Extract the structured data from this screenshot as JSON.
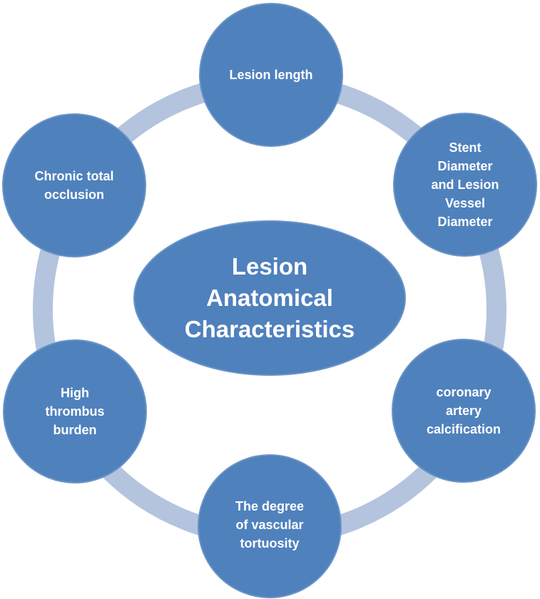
{
  "center": {
    "label_lines": [
      "Lesion",
      "Anatomical",
      "Characteristics"
    ]
  },
  "nodes": [
    {
      "id": "lesion-length",
      "lines": [
        "Lesion length"
      ]
    },
    {
      "id": "stent-diameter",
      "lines": [
        "Stent",
        "Diameter",
        "and Lesion",
        "Vessel",
        "Diameter"
      ]
    },
    {
      "id": "coronary-calcification",
      "lines": [
        "coronary",
        "artery",
        "calcification"
      ]
    },
    {
      "id": "vascular-tortuosity",
      "lines": [
        "The degree",
        "of vascular",
        "tortuosity"
      ]
    },
    {
      "id": "thrombus-burden",
      "lines": [
        "High",
        "thrombus",
        "burden"
      ]
    },
    {
      "id": "chronic-total-occlusion",
      "lines": [
        "Chronic total",
        "occlusion"
      ]
    }
  ],
  "colors": {
    "node_fill": "#4f81bd",
    "node_stroke": "#6a94c6",
    "ring": "#b4c4de",
    "text": "#ffffff"
  }
}
